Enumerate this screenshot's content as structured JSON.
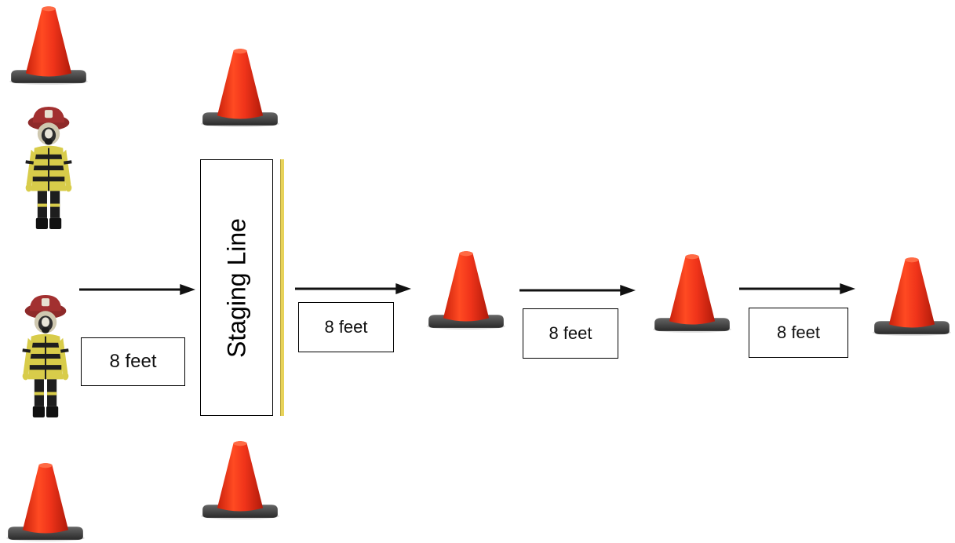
{
  "diagram": {
    "staging_line_label": "Staging Line",
    "distance_labels": [
      "8 feet",
      "8 feet",
      "8 feet",
      "8 feet"
    ],
    "icons": {
      "cone": "traffic-cone-icon",
      "firefighter": "firefighter-icon",
      "arrow": "arrow-right-icon"
    },
    "colors": {
      "cone_orange": "#ef2a10",
      "cone_base": "#4a4a4a",
      "staging_line_yellow": "#e8d35a",
      "helmet_red": "#8e2a2a",
      "coat_yellow": "#d8cc4a"
    }
  }
}
